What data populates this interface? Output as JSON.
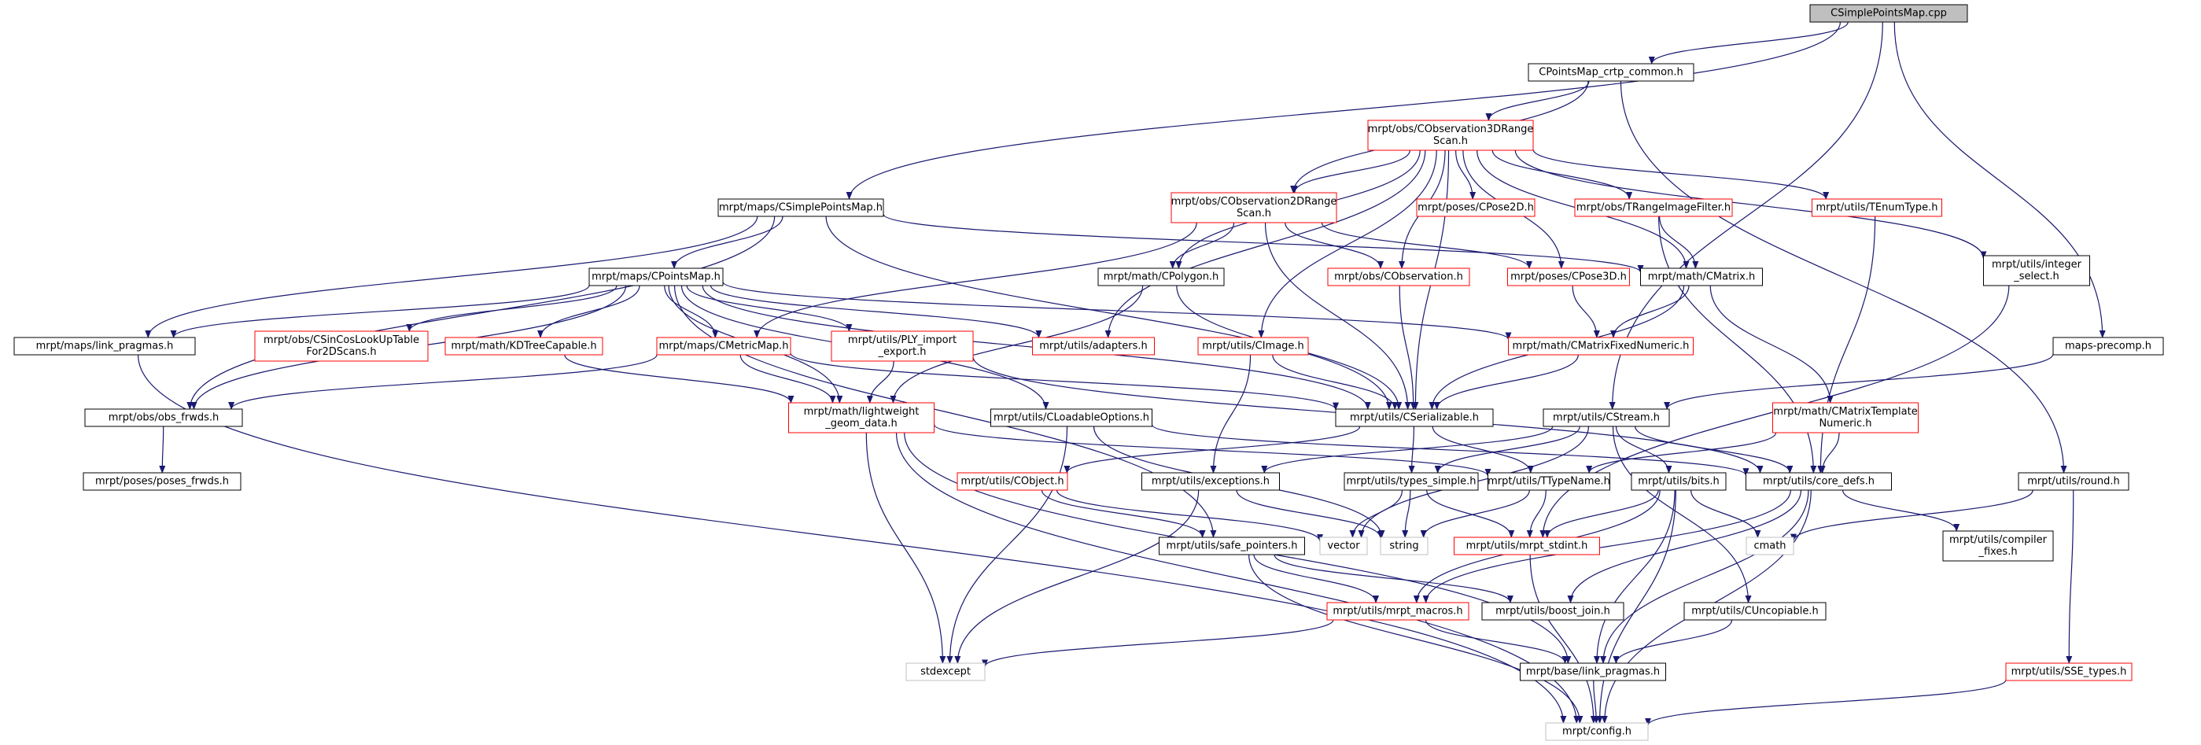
{
  "colors": {
    "edge": "#191970",
    "border_default": "#000000",
    "border_truncated": "#ff0000",
    "border_system": "#c0c0c0",
    "root_fill": "#bfbfbf",
    "node_fill": "#ffffff"
  },
  "nodes": [
    {
      "id": "root",
      "style": "root",
      "lines": [
        "CSimplePointsMap.cpp"
      ]
    },
    {
      "id": "crtp",
      "style": "black",
      "lines": [
        "CPointsMap_crtp_common.h"
      ]
    },
    {
      "id": "obs3d",
      "style": "red",
      "lines": [
        "mrpt/obs/CObservation3DRange",
        "Scan.h"
      ]
    },
    {
      "id": "simplepm",
      "style": "black",
      "lines": [
        "mrpt/maps/CSimplePointsMap.h"
      ]
    },
    {
      "id": "obs2d",
      "style": "red",
      "lines": [
        "mrpt/obs/CObservation2DRange",
        "Scan.h"
      ]
    },
    {
      "id": "pose2d",
      "style": "red",
      "lines": [
        "mrpt/poses/CPose2D.h"
      ]
    },
    {
      "id": "trange",
      "style": "red",
      "lines": [
        "mrpt/obs/TRangeImageFilter.h"
      ]
    },
    {
      "id": "tenum",
      "style": "red",
      "lines": [
        "mrpt/utils/TEnumType.h"
      ]
    },
    {
      "id": "intsel",
      "style": "black",
      "lines": [
        "mrpt/utils/integer",
        "_select.h"
      ]
    },
    {
      "id": "pointsmap",
      "style": "black",
      "lines": [
        "mrpt/maps/CPointsMap.h"
      ]
    },
    {
      "id": "polygon",
      "style": "black",
      "lines": [
        "mrpt/math/CPolygon.h"
      ]
    },
    {
      "id": "cobs",
      "style": "red",
      "lines": [
        "mrpt/obs/CObservation.h"
      ]
    },
    {
      "id": "pose3d",
      "style": "red",
      "lines": [
        "mrpt/poses/CPose3D.h"
      ]
    },
    {
      "id": "cmatrix",
      "style": "black",
      "lines": [
        "mrpt/math/CMatrix.h"
      ]
    },
    {
      "id": "linkprag",
      "style": "black",
      "lines": [
        "mrpt/maps/link_pragmas.h"
      ]
    },
    {
      "id": "sincos",
      "style": "red",
      "lines": [
        "mrpt/obs/CSinCosLookUpTable",
        "For2DScans.h"
      ]
    },
    {
      "id": "kdtree",
      "style": "red",
      "lines": [
        "mrpt/math/KDTreeCapable.h"
      ]
    },
    {
      "id": "metricmap",
      "style": "red",
      "lines": [
        "mrpt/maps/CMetricMap.h"
      ]
    },
    {
      "id": "ply",
      "style": "red",
      "lines": [
        "mrpt/utils/PLY_import",
        "_export.h"
      ]
    },
    {
      "id": "adapters",
      "style": "red",
      "lines": [
        "mrpt/utils/adapters.h"
      ]
    },
    {
      "id": "cimage",
      "style": "red",
      "lines": [
        "mrpt/utils/CImage.h"
      ]
    },
    {
      "id": "fixednum",
      "style": "red",
      "lines": [
        "mrpt/math/CMatrixFixedNumeric.h"
      ]
    },
    {
      "id": "mapsprecomp",
      "style": "black",
      "lines": [
        "maps-precomp.h"
      ]
    },
    {
      "id": "obsfrwds",
      "style": "black",
      "lines": [
        "mrpt/obs/obs_frwds.h"
      ]
    },
    {
      "id": "lwgeom",
      "style": "red",
      "lines": [
        "mrpt/math/lightweight",
        "_geom_data.h"
      ]
    },
    {
      "id": "loadopt",
      "style": "black",
      "lines": [
        "mrpt/utils/CLoadableOptions.h"
      ]
    },
    {
      "id": "serial",
      "style": "black",
      "lines": [
        "mrpt/utils/CSerializable.h"
      ]
    },
    {
      "id": "cstream",
      "style": "black",
      "lines": [
        "mrpt/utils/CStream.h"
      ]
    },
    {
      "id": "tmplnum",
      "style": "red",
      "lines": [
        "mrpt/math/CMatrixTemplate",
        "Numeric.h"
      ]
    },
    {
      "id": "posesfrwds",
      "style": "black",
      "lines": [
        "mrpt/poses/poses_frwds.h"
      ]
    },
    {
      "id": "cobject",
      "style": "red",
      "lines": [
        "mrpt/utils/CObject.h"
      ]
    },
    {
      "id": "exceptions",
      "style": "black",
      "lines": [
        "mrpt/utils/exceptions.h"
      ]
    },
    {
      "id": "typessimple",
      "style": "black",
      "lines": [
        "mrpt/utils/types_simple.h"
      ]
    },
    {
      "id": "ttypename",
      "style": "black",
      "lines": [
        "mrpt/utils/TTypeName.h"
      ]
    },
    {
      "id": "bits",
      "style": "black",
      "lines": [
        "mrpt/utils/bits.h"
      ]
    },
    {
      "id": "coredefs",
      "style": "black",
      "lines": [
        "mrpt/utils/core_defs.h"
      ]
    },
    {
      "id": "round",
      "style": "black",
      "lines": [
        "mrpt/utils/round.h"
      ]
    },
    {
      "id": "vector",
      "style": "gray",
      "lines": [
        "vector"
      ]
    },
    {
      "id": "string",
      "style": "gray",
      "lines": [
        "string"
      ]
    },
    {
      "id": "stdint",
      "style": "red",
      "lines": [
        "mrpt/utils/mrpt_stdint.h"
      ]
    },
    {
      "id": "cmath",
      "style": "gray",
      "lines": [
        "cmath"
      ]
    },
    {
      "id": "compfix",
      "style": "black",
      "lines": [
        "mrpt/utils/compiler",
        "_fixes.h"
      ]
    },
    {
      "id": "safeptr",
      "style": "black",
      "lines": [
        "mrpt/utils/safe_pointers.h"
      ]
    },
    {
      "id": "macros",
      "style": "red",
      "lines": [
        "mrpt/utils/mrpt_macros.h"
      ]
    },
    {
      "id": "boostjoin",
      "style": "black",
      "lines": [
        "mrpt/utils/boost_join.h"
      ]
    },
    {
      "id": "uncopiable",
      "style": "black",
      "lines": [
        "mrpt/utils/CUncopiable.h"
      ]
    },
    {
      "id": "stdexcept",
      "style": "gray",
      "lines": [
        "stdexcept"
      ]
    },
    {
      "id": "baselink",
      "style": "black",
      "lines": [
        "mrpt/base/link_pragmas.h"
      ]
    },
    {
      "id": "ssetypes",
      "style": "red",
      "lines": [
        "mrpt/utils/SSE_types.h"
      ]
    },
    {
      "id": "config",
      "style": "gray",
      "lines": [
        "mrpt/config.h"
      ]
    }
  ],
  "edges": [
    [
      "root",
      "crtp"
    ],
    [
      "root",
      "simplepm"
    ],
    [
      "root",
      "cstream"
    ],
    [
      "root",
      "mapsprecomp"
    ],
    [
      "crtp",
      "obs3d"
    ],
    [
      "crtp",
      "obs2d"
    ],
    [
      "crtp",
      "round"
    ],
    [
      "obs3d",
      "obs2d"
    ],
    [
      "obs3d",
      "pose2d"
    ],
    [
      "obs3d",
      "trange"
    ],
    [
      "obs3d",
      "tenum"
    ],
    [
      "obs3d",
      "intsel"
    ],
    [
      "obs3d",
      "polygon"
    ],
    [
      "obs3d",
      "cobs"
    ],
    [
      "obs3d",
      "pose3d"
    ],
    [
      "obs3d",
      "cmatrix"
    ],
    [
      "obs3d",
      "adapters"
    ],
    [
      "obs3d",
      "cimage"
    ],
    [
      "obs3d",
      "serial"
    ],
    [
      "simplepm",
      "pointsmap"
    ],
    [
      "simplepm",
      "cmatrix"
    ],
    [
      "simplepm",
      "linkprag"
    ],
    [
      "simplepm",
      "serial"
    ],
    [
      "simplepm",
      "obsfrwds"
    ],
    [
      "obs2d",
      "polygon"
    ],
    [
      "obs2d",
      "cobs"
    ],
    [
      "obs2d",
      "pose3d"
    ],
    [
      "obs2d",
      "metricmap"
    ],
    [
      "obs2d",
      "serial"
    ],
    [
      "trange",
      "cmatrix"
    ],
    [
      "trange",
      "coredefs"
    ],
    [
      "tenum",
      "coredefs"
    ],
    [
      "intsel",
      "stdint"
    ],
    [
      "pointsmap",
      "linkprag"
    ],
    [
      "pointsmap",
      "sincos"
    ],
    [
      "pointsmap",
      "kdtree"
    ],
    [
      "pointsmap",
      "metricmap"
    ],
    [
      "pointsmap",
      "ply"
    ],
    [
      "pointsmap",
      "adapters"
    ],
    [
      "pointsmap",
      "fixednum"
    ],
    [
      "pointsmap",
      "serial"
    ],
    [
      "pointsmap",
      "obsfrwds"
    ],
    [
      "pointsmap",
      "lwgeom"
    ],
    [
      "pointsmap",
      "loadopt"
    ],
    [
      "pointsmap",
      "safeptr"
    ],
    [
      "polygon",
      "lwgeom"
    ],
    [
      "polygon",
      "serial"
    ],
    [
      "cobs",
      "serial"
    ],
    [
      "pose3d",
      "fixednum"
    ],
    [
      "cmatrix",
      "fixednum"
    ],
    [
      "cmatrix",
      "serial"
    ],
    [
      "cmatrix",
      "tmplnum"
    ],
    [
      "linkprag",
      "config"
    ],
    [
      "kdtree",
      "lwgeom"
    ],
    [
      "metricmap",
      "obsfrwds"
    ],
    [
      "metricmap",
      "lwgeom"
    ],
    [
      "metricmap",
      "serial"
    ],
    [
      "ply",
      "lwgeom"
    ],
    [
      "ply",
      "coredefs"
    ],
    [
      "cimage",
      "serial"
    ],
    [
      "cimage",
      "exceptions"
    ],
    [
      "fixednum",
      "serial"
    ],
    [
      "mapsprecomp",
      "cstream"
    ],
    [
      "obsfrwds",
      "posesfrwds"
    ],
    [
      "lwgeom",
      "ttypename"
    ],
    [
      "lwgeom",
      "stdexcept"
    ],
    [
      "lwgeom",
      "baselink"
    ],
    [
      "lwgeom",
      "config"
    ],
    [
      "loadopt",
      "coredefs"
    ],
    [
      "loadopt",
      "stdexcept"
    ],
    [
      "loadopt",
      "string"
    ],
    [
      "serial",
      "cobject"
    ],
    [
      "serial",
      "typessimple"
    ],
    [
      "serial",
      "ttypename"
    ],
    [
      "cstream",
      "exceptions"
    ],
    [
      "cstream",
      "typessimple"
    ],
    [
      "cstream",
      "bits"
    ],
    [
      "cstream",
      "coredefs"
    ],
    [
      "cstream",
      "vector"
    ],
    [
      "cstream",
      "uncopiable"
    ],
    [
      "tmplnum",
      "ttypename"
    ],
    [
      "tmplnum",
      "coredefs"
    ],
    [
      "cobject",
      "safeptr"
    ],
    [
      "cobject",
      "vector"
    ],
    [
      "exceptions",
      "stdexcept"
    ],
    [
      "exceptions",
      "string"
    ],
    [
      "typessimple",
      "vector"
    ],
    [
      "typessimple",
      "string"
    ],
    [
      "typessimple",
      "stdint"
    ],
    [
      "ttypename",
      "string"
    ],
    [
      "ttypename",
      "stdint"
    ],
    [
      "bits",
      "stdint"
    ],
    [
      "bits",
      "cmath"
    ],
    [
      "bits",
      "macros"
    ],
    [
      "bits",
      "baselink"
    ],
    [
      "bits",
      "config"
    ],
    [
      "coredefs",
      "compfix"
    ],
    [
      "coredefs",
      "macros"
    ],
    [
      "coredefs",
      "boostjoin"
    ],
    [
      "coredefs",
      "baselink"
    ],
    [
      "coredefs",
      "config"
    ],
    [
      "round",
      "cmath"
    ],
    [
      "round",
      "ssetypes"
    ],
    [
      "stdint",
      "config"
    ],
    [
      "safeptr",
      "macros"
    ],
    [
      "safeptr",
      "boostjoin"
    ],
    [
      "safeptr",
      "config"
    ],
    [
      "macros",
      "stdexcept"
    ],
    [
      "macros",
      "baselink"
    ],
    [
      "uncopiable",
      "baselink"
    ],
    [
      "baselink",
      "config"
    ],
    [
      "ssetypes",
      "config"
    ]
  ]
}
